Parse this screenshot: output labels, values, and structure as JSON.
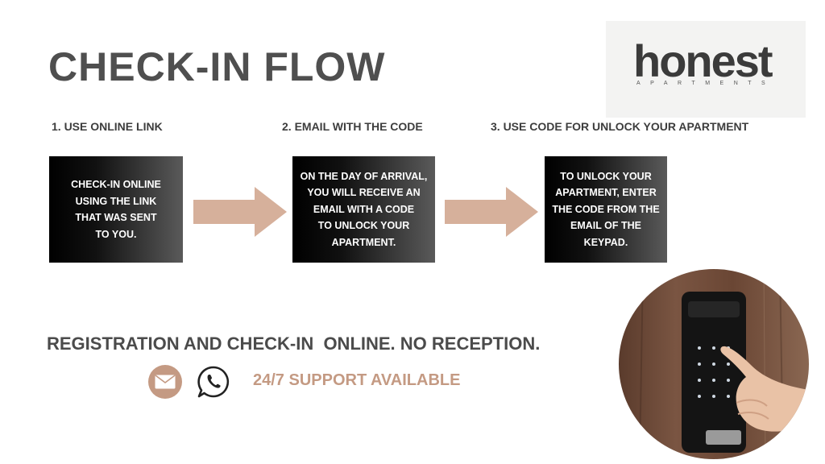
{
  "title": "CHECK-IN FLOW",
  "logo": {
    "word": "honest",
    "sub": "APARTMENTS"
  },
  "steps": [
    {
      "heading": "1. USE ONLINE LINK",
      "text": "CHECK-IN ONLINE\nUSING THE LINK\nTHAT WAS SENT\nTO YOU."
    },
    {
      "heading": "2. EMAIL WITH THE CODE",
      "text": "ON THE DAY OF ARRIVAL,\nYOU WILL RECEIVE AN\nEMAIL WITH A CODE\nTO UNLOCK YOUR\nAPARTMENT."
    },
    {
      "heading": "3. USE CODE FOR UNLOCK YOUR APARTMENT",
      "text": "TO UNLOCK YOUR\nAPARTMENT, ENTER\nTHE CODE FROM THE\nEMAIL OF THE\nKEYPAD."
    }
  ],
  "registration": "REGISTRATION AND CHECK-IN  ONLINE. NO RECEPTION.",
  "support": "24/7 SUPPORT AVAILABLE",
  "colors": {
    "accent": "#c49a83",
    "heading": "#4f4f4f"
  },
  "icons": [
    "envelope-icon",
    "whatsapp-icon"
  ],
  "photo": "door-keypad-lock-photo"
}
